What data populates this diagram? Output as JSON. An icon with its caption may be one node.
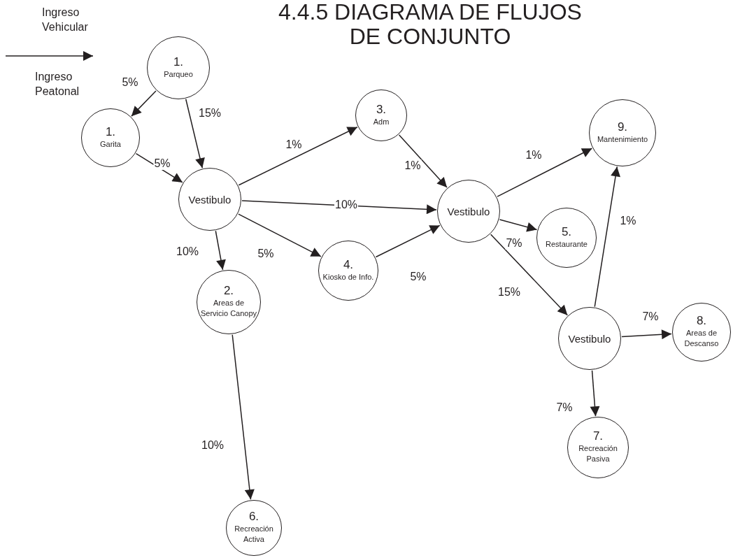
{
  "diagram": {
    "title": "4.4.5 DIAGRAMA DE FLUJOS DE CONJUNTO",
    "nodes": [
      {
        "text": [
          "1.",
          "Parqueo"
        ]
      },
      {
        "text": [
          "1.",
          "Garita"
        ]
      },
      {
        "text": [
          "3.",
          "Adm"
        ]
      },
      {
        "text": [
          "9.",
          "Mantenimiento"
        ]
      },
      {
        "text": [
          "Vestibulo"
        ]
      },
      {
        "text": [
          "Vestibulo"
        ]
      },
      {
        "text": [
          "5.",
          "Restaurante"
        ]
      },
      {
        "text": [
          "4.",
          "Kiosko de Info."
        ]
      },
      {
        "text": [
          "2.",
          "Areas de Servicio Canopy"
        ]
      },
      {
        "text": [
          "Vestibulo"
        ]
      },
      {
        "text": [
          "8.",
          "Areas de Descanso"
        ]
      },
      {
        "text": [
          "7.",
          "Recreación Pasiva"
        ]
      },
      {
        "text": [
          "6.",
          "Recreación Activa"
        ]
      }
    ],
    "edges": [
      {
        "from": 0,
        "to": 1,
        "arrow": "to",
        "label": "5%"
      },
      {
        "from": 0,
        "to": 4,
        "arrow": "to",
        "label": "15%"
      },
      {
        "from": 1,
        "to": 4,
        "arrow": "to",
        "label": "5%"
      },
      {
        "from": 4,
        "to": 2,
        "arrow": "to",
        "label": "1%"
      },
      {
        "from": 2,
        "to": 5,
        "arrow": "to",
        "label": "1%"
      },
      {
        "from": 5,
        "to": 3,
        "arrow": "to",
        "label": "1%"
      },
      {
        "from": 4,
        "to": 5,
        "arrow": "to",
        "label": "10%"
      },
      {
        "from": 4,
        "to": 8,
        "arrow": "to",
        "label": "10%"
      },
      {
        "from": 4,
        "to": 7,
        "arrow": "to",
        "label": "5%"
      },
      {
        "from": 7,
        "to": 5,
        "arrow": "to",
        "label": "5%"
      },
      {
        "from": 5,
        "to": 6,
        "arrow": "to",
        "label": "7%"
      },
      {
        "from": 5,
        "to": 9,
        "arrow": "to",
        "label": "15%"
      },
      {
        "from": 9,
        "to": 3,
        "arrow": "to",
        "label": "1%"
      },
      {
        "from": 9,
        "to": 10,
        "arrow": "to",
        "label": "7%"
      },
      {
        "from": 9,
        "to": 11,
        "arrow": "to",
        "label": "7%"
      },
      {
        "from": 8,
        "to": 12,
        "arrow": "to",
        "label": "10%"
      }
    ],
    "labels": [
      "Ingreso Peatonal"
    ],
    "legend": [
      {
        "text": "Ingreso Vehicular"
      }
    ]
  }
}
